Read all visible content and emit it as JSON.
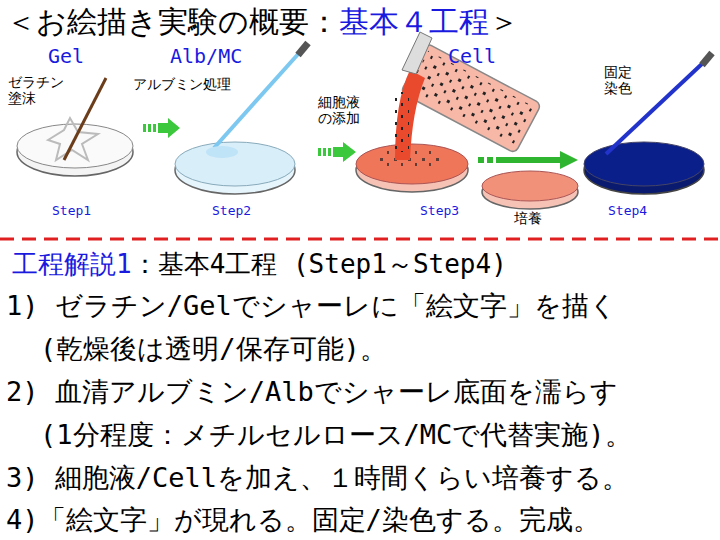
{
  "diagram": {
    "title": "＜お絵描き実験の概要：",
    "labels": [
      "基本４工程",
      "＞",
      "Gel",
      "Alb/MC",
      "Cell",
      "ゼラチン 塗沫",
      "アルブミン処理",
      "細胞液 の添加",
      "固定 染色",
      "Step1",
      "Step2",
      "Step3",
      "培養",
      "Step4",
      "工程解説1",
      "：基本4工程 (Step1～Step4)",
      "1) ゼラチン/Gelでシャーレに「絵文字」を描く",
      "(乾燥後は透明/保存可能)。",
      "2) 血清アルブミン/Albでシャーレ底面を濡らす",
      "(1分程度：メチルセルロース/MCで代替実施)。",
      "3) 細胞液/Cellを加え、１時間くらい培養する。",
      "4)「絵文字」が現れる。固定/染色する。完成。"
    ]
  }
}
